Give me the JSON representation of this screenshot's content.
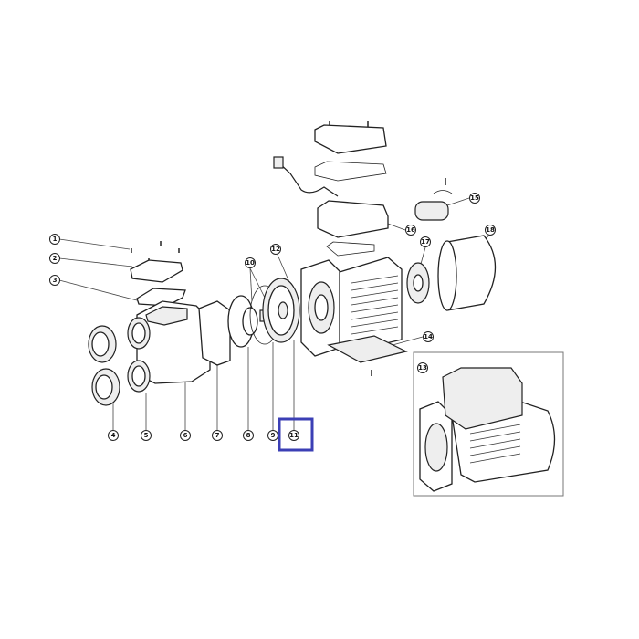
{
  "diagram": {
    "callouts": [
      "1",
      "2",
      "3",
      "4",
      "5",
      "6",
      "7",
      "8",
      "9",
      "10",
      "11",
      "12",
      "13",
      "14",
      "15",
      "16",
      "17",
      "18"
    ],
    "highlighted_callout": "11",
    "highlight_color": "#3b3fb5"
  }
}
